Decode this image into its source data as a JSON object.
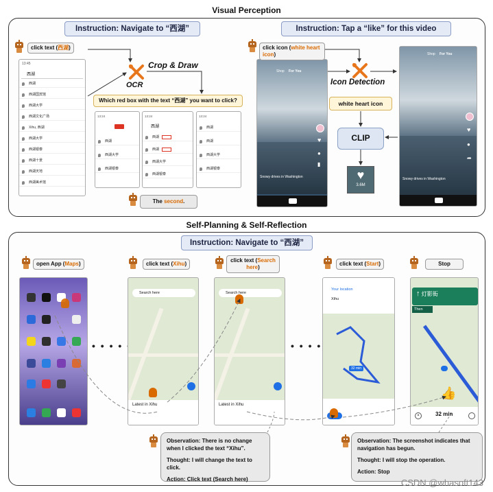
{
  "sections": {
    "top_title": "Visual Perception",
    "bottom_title": "Self-Planning & Self-Reflection"
  },
  "top_left": {
    "instruction": "Instruction: Navigate to “西湖”",
    "action_prefix": "click text (",
    "action_highlight": "西湖",
    "action_suffix": ")",
    "tool_label": "Crop & Draw",
    "ocr_label": "OCR",
    "question": "Which red box with the text “西湖” you want to click?",
    "answer_prefix": "The ",
    "answer_highlight": "second",
    "answer_suffix": ".",
    "search_text": "西湖",
    "list_rows": [
      "西湖",
      "西湖国宾馆",
      "西湖大学",
      "西湖文化广场",
      "Xihu, 西湖",
      "西湖大学",
      "西湖银泰",
      "西湖十景",
      "西湖天地",
      "西湖美术馆"
    ],
    "crop_rows": [
      "西湖",
      "西湖",
      "西湖大学",
      "西湖银泰"
    ]
  },
  "top_right": {
    "instruction": "Instruction: Tap a “like” for this video",
    "action_prefix": "click icon (",
    "action_highlight": "white heart icon",
    "action_suffix": ")",
    "tool_label": "Icon Detection",
    "query": "white heart icon",
    "clip": "CLIP",
    "heart_count": "3.6M",
    "phone_tabs": [
      "Shop",
      "For You"
    ],
    "video_caption": "Snowy drives in Washington"
  },
  "bottom": {
    "instruction": "Instruction: Navigate to “西湖”",
    "steps": [
      {
        "prefix": "open App (",
        "hl": "Maps",
        "suffix": ")"
      },
      {
        "prefix": "click text (",
        "hl": "Xihu",
        "suffix": ")"
      },
      {
        "prefix": "click text (",
        "hl": "Search here",
        "suffix": ")"
      },
      {
        "prefix": "click text (",
        "hl": "Start",
        "suffix": ")"
      },
      {
        "prefix": "Stop",
        "hl": "",
        "suffix": ""
      }
    ],
    "obs1": {
      "observation": "Observation: There is no change when I clicked the text “Xihu”.",
      "thought": "Thought: I will change the text to click.",
      "action": "Action: Click text (Search here)"
    },
    "obs2": {
      "observation": "Observation: The screenshot indicates that navigation has begun.",
      "thought": "Thought: I will stop the operation.",
      "action": "Action: Stop"
    },
    "map_search": "Search here",
    "map_bottom": "Latest in Xihu",
    "route_from": "Your location",
    "route_to": "Xihu",
    "route_time": "32 min",
    "nav_street": "灯影街",
    "nav_then": "Then",
    "nav_eta": "32 min"
  },
  "watermark": "CSDN @whasoft143",
  "colors": {
    "accent": "#d96a00",
    "instr_bg": "#e4eaf6",
    "clip_bg": "#dde6f2",
    "map_green": "#dfe9d4",
    "route_blue": "#2b5bd7",
    "nav_green": "#1a7f5a"
  }
}
